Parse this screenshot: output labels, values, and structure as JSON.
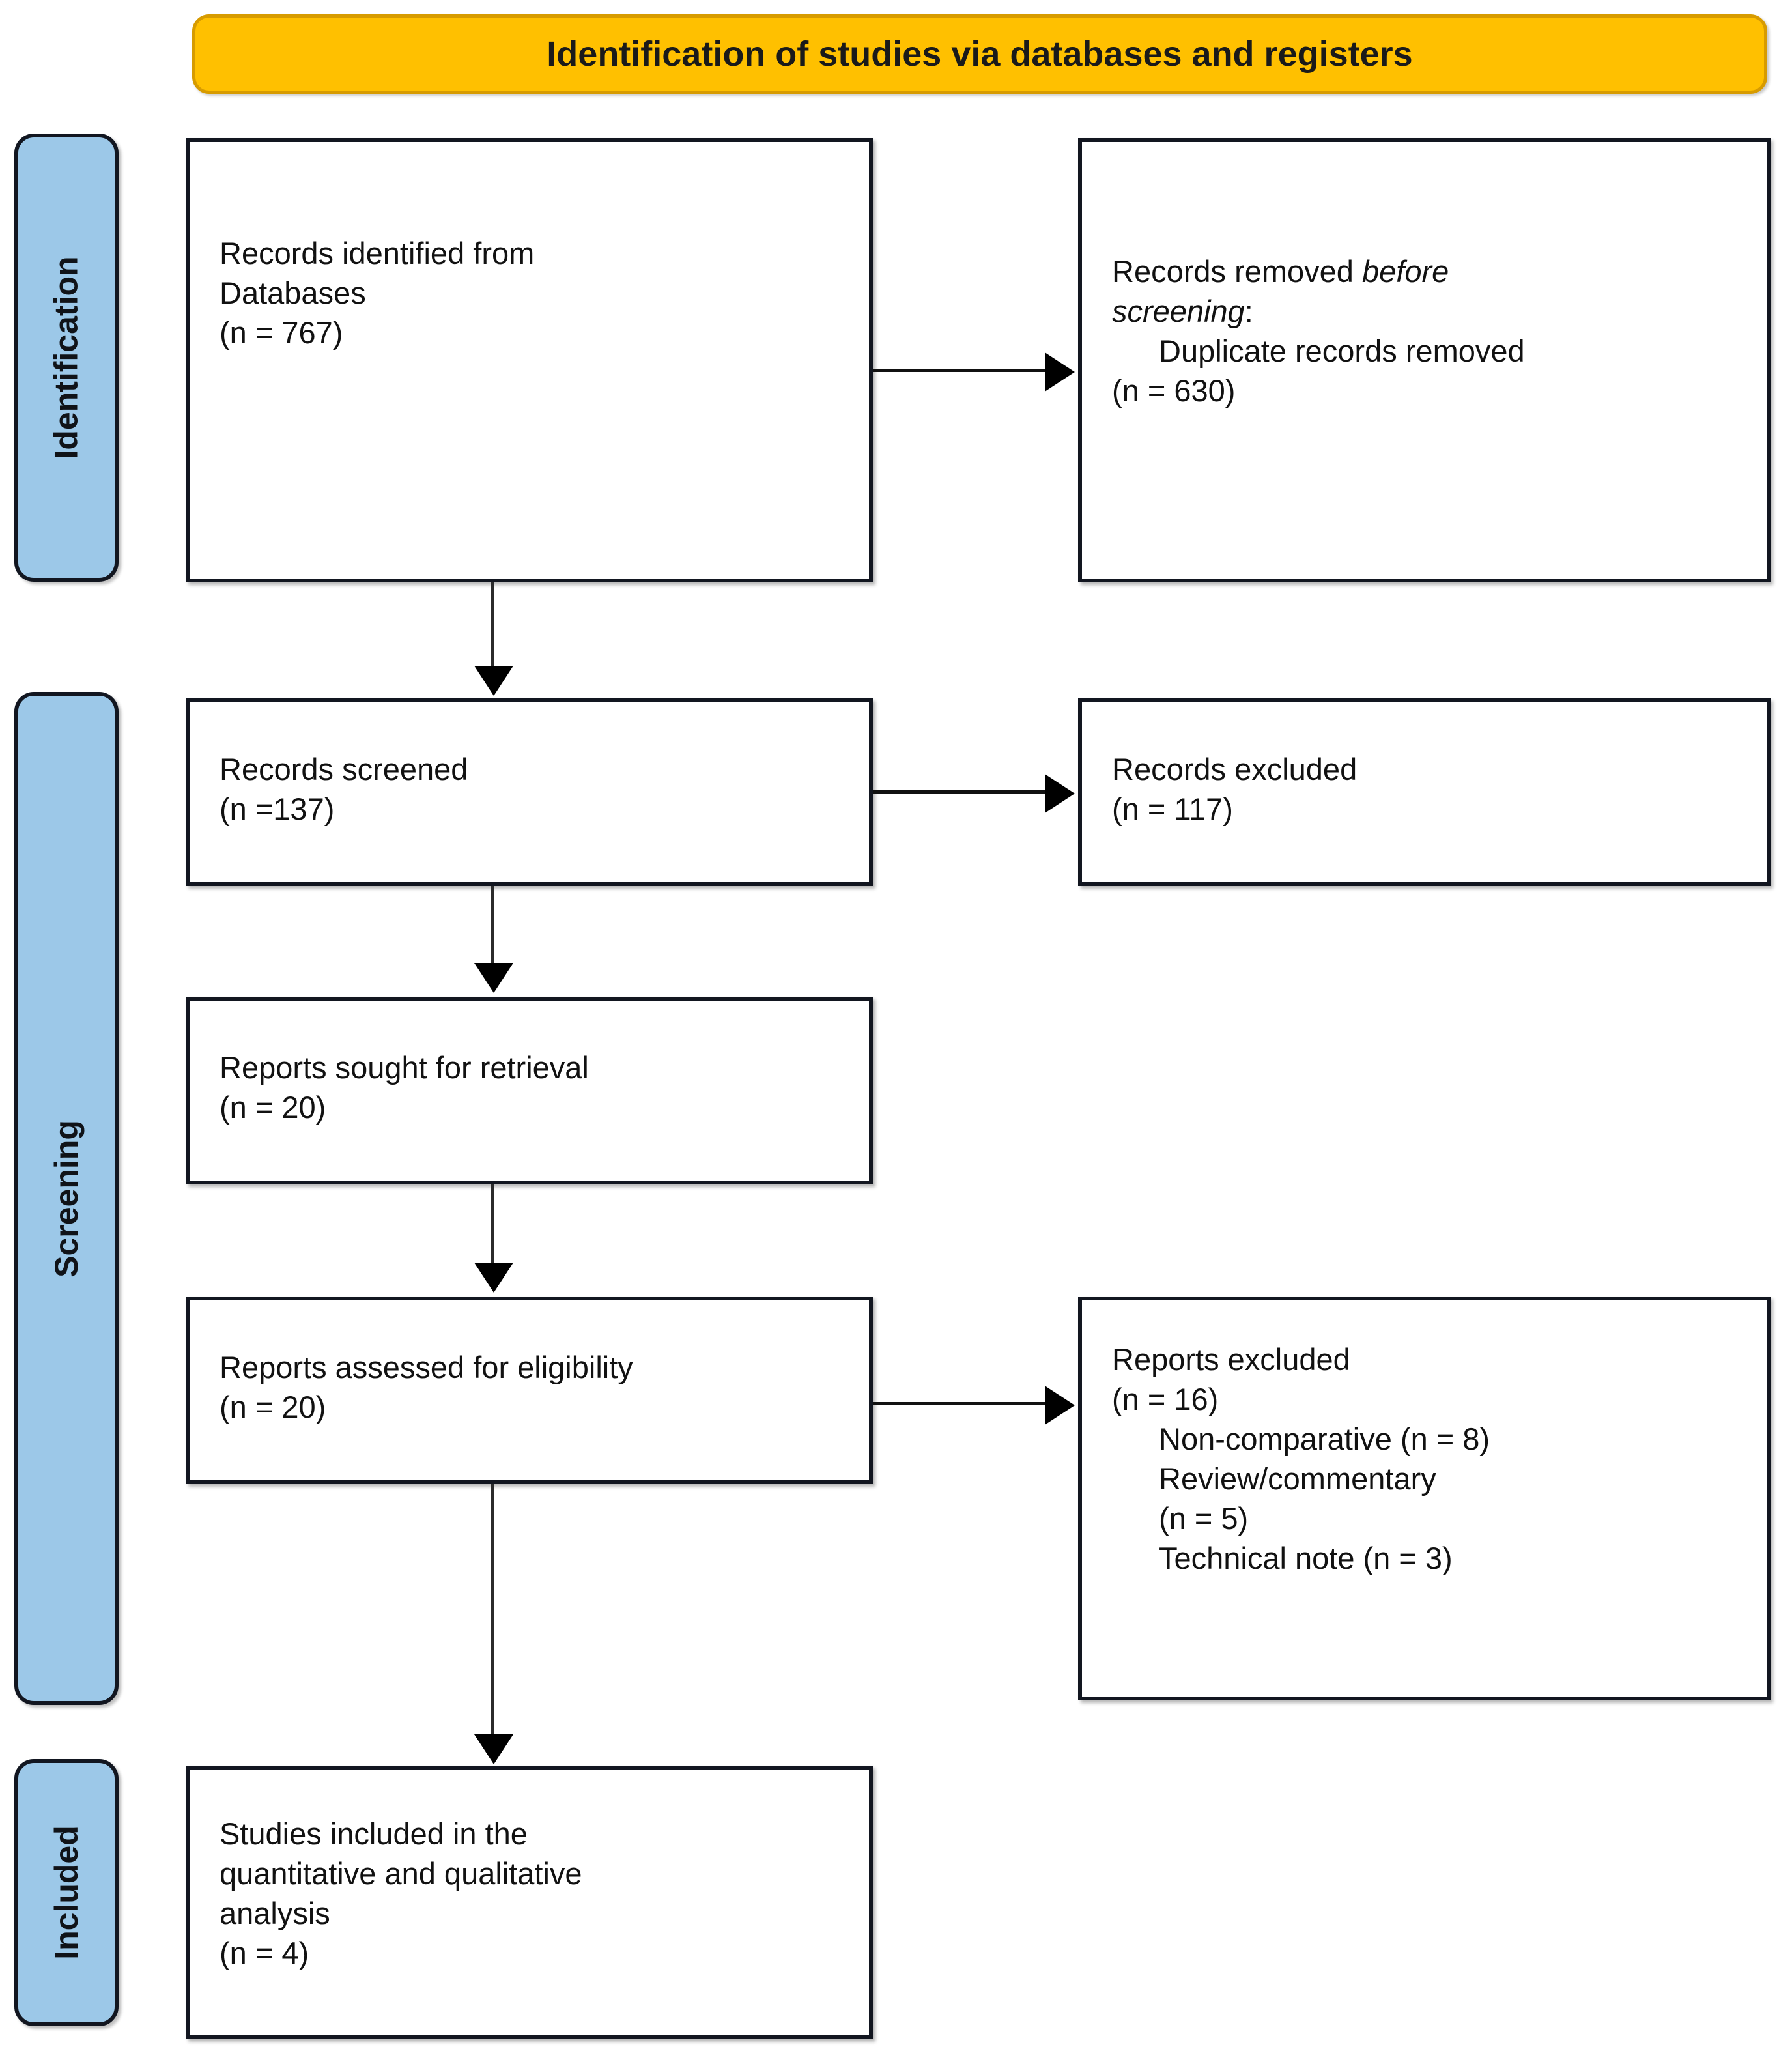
{
  "header": {
    "title": "Identification of studies via databases and registers"
  },
  "colors": {
    "header_fill": "#FFC000",
    "header_border": "#D79B00",
    "stage_fill": "#9CC8E8",
    "stage_border": "#121620",
    "box_border": "#121620",
    "box_fill": "#FFFFFF",
    "connector": "#000000"
  },
  "stages": [
    {
      "id": "identification",
      "label": "Identification"
    },
    {
      "id": "screening",
      "label": "Screening"
    },
    {
      "id": "included",
      "label": "Included"
    }
  ],
  "boxes": {
    "identified": {
      "line1": "Records identified from",
      "line2": "Databases",
      "line3": "(n = 767)"
    },
    "removed": {
      "line1_a": "Records removed ",
      "line1_italic": "before",
      "line2_italic": "screening",
      "line2_b": ":",
      "line3": "Duplicate records removed",
      "line4": "(n = 630)"
    },
    "screened": {
      "line1": "Records screened",
      "line2": "(n =137)"
    },
    "records_excluded": {
      "line1": "Records excluded",
      "line2": "(n = 117)"
    },
    "sought": {
      "line1": "Reports sought for retrieval",
      "line2": "(n = 20)"
    },
    "assessed": {
      "line1": "Reports assessed for eligibility",
      "line2": "(n = 20)"
    },
    "reports_excluded": {
      "line1": "Reports excluded",
      "line2": "(n = 16)",
      "line3": "Non-comparative (n = 8)",
      "line4": "Review/commentary",
      "line5": "(n = 5)",
      "line6": "Technical note (n = 3)"
    },
    "included": {
      "line1": "Studies included in the",
      "line2": "quantitative and qualitative",
      "line3": "analysis",
      "line4": "(n = 4)"
    }
  },
  "flow_data": {
    "type": "prisma-flow",
    "records_identified_databases": 767,
    "duplicate_records_removed": 630,
    "records_screened": 137,
    "records_excluded": 117,
    "reports_sought_for_retrieval": 20,
    "reports_assessed_for_eligibility": 20,
    "reports_excluded_total": 16,
    "reports_excluded_reasons": [
      {
        "reason": "Non-comparative",
        "n": 8
      },
      {
        "reason": "Review/commentary",
        "n": 5
      },
      {
        "reason": "Technical note",
        "n": 3
      }
    ],
    "studies_included": 4
  }
}
